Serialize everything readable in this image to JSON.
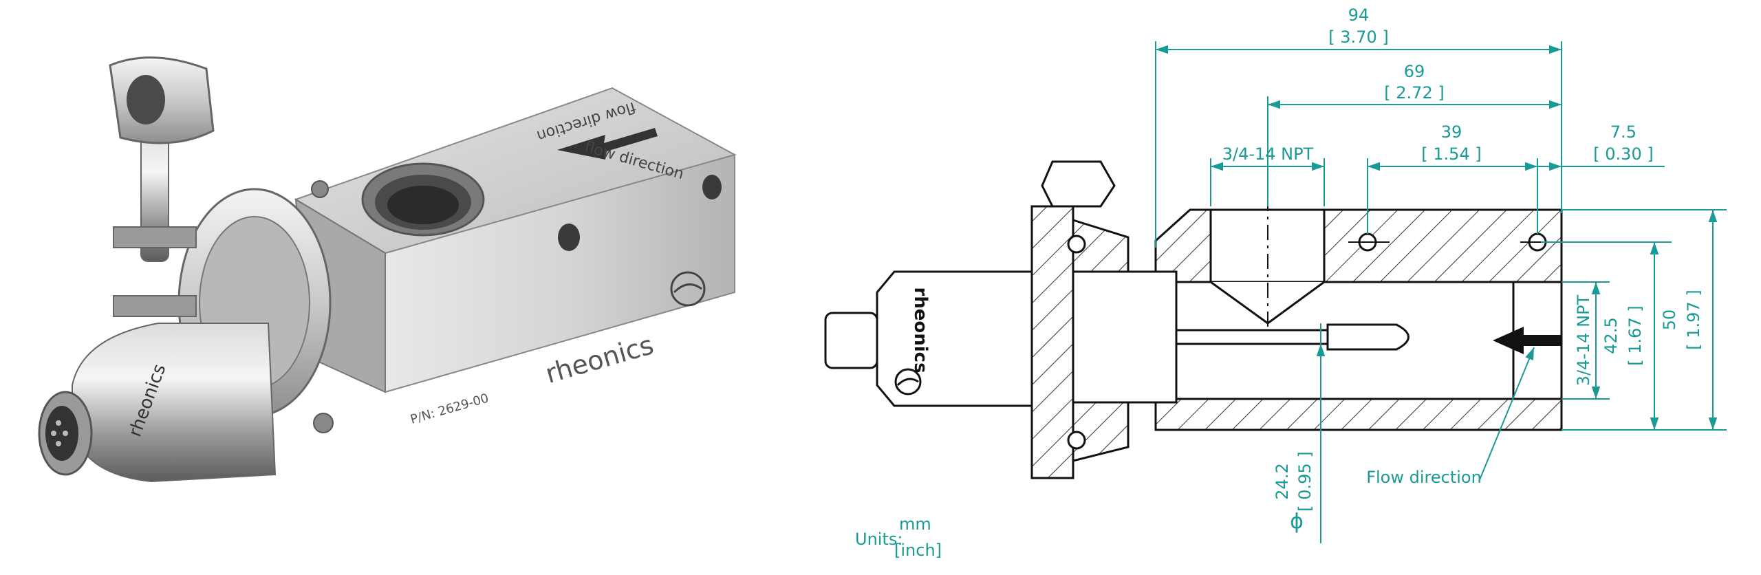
{
  "product_render": {
    "brand_text": "rheonics",
    "part_number": "P/N: 2629-00",
    "flow_label_top": "flow direction",
    "flow_label_bottom": "flow direction",
    "sensor_brand_text": "rheonics"
  },
  "drawing": {
    "brand_text": "rheonics",
    "dimensions": {
      "overall_length_mm": "94",
      "overall_length_in": "[ 3.70 ]",
      "port_to_end_mm": "69",
      "port_to_end_in": "[ 2.72 ]",
      "hole_spacing_mm": "39",
      "hole_spacing_in": "[ 1.54 ]",
      "hole_offset_mm": "7.5",
      "hole_offset_in": "[ 0.30 ]",
      "port_thread_top": "3/4-14 NPT",
      "port_thread_end": "3/4-14 NPT",
      "bore_mm": "42.5",
      "bore_in": "[ 1.67 ]",
      "height_mm": "50",
      "height_in": "[ 1.97 ]",
      "diameter_symbol": "ϕ",
      "diameter_mm": "24.2",
      "diameter_in": "[ 0.95 ]"
    },
    "flow_annotation": "Flow direction",
    "units_label": "Units:",
    "units_primary": "mm",
    "units_secondary": "[inch]",
    "colors": {
      "dimension": "#1a9a94",
      "outline": "#1a1a1a",
      "hatch": "#333333"
    }
  }
}
